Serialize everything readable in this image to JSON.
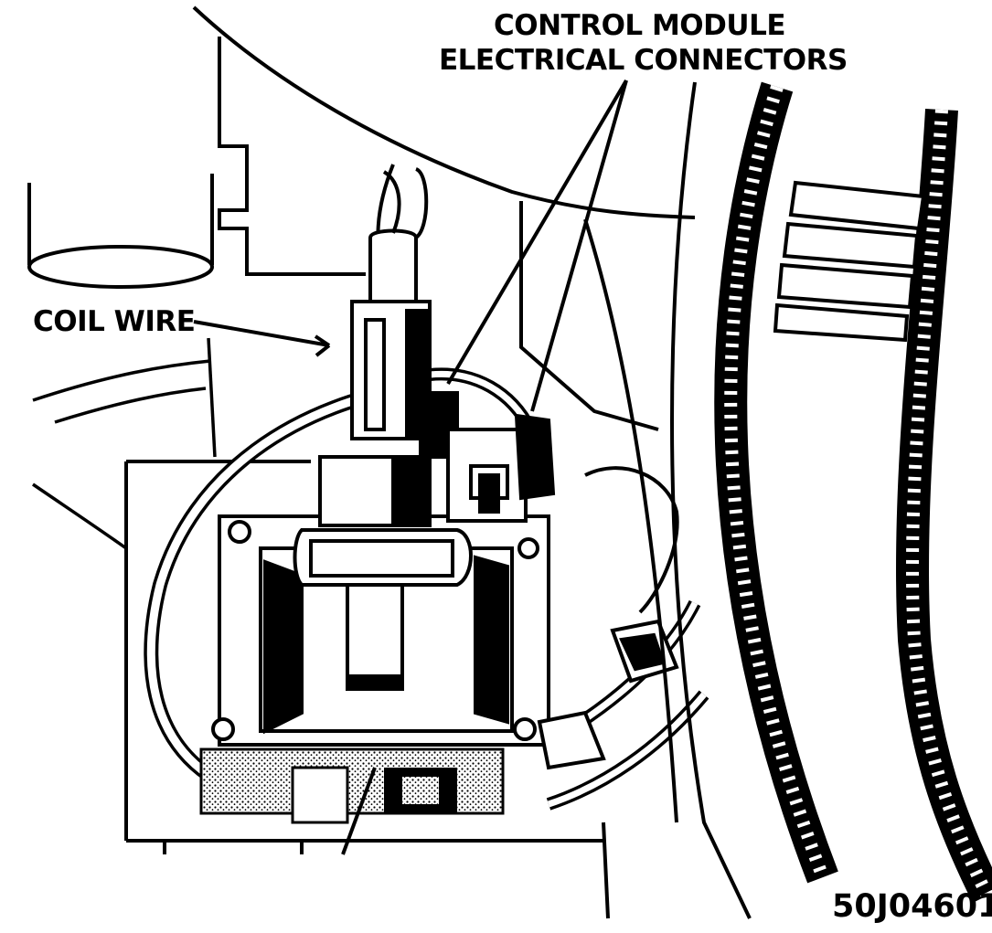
{
  "labels": {
    "control_module_line1": "CONTROL MODULE",
    "control_module_line2": "ELECTRICAL CONNECTORS",
    "coil_wire": "COIL WIRE",
    "figure_id": "50J04601"
  },
  "colors": {
    "ink": "#000000",
    "paper": "#ffffff"
  }
}
